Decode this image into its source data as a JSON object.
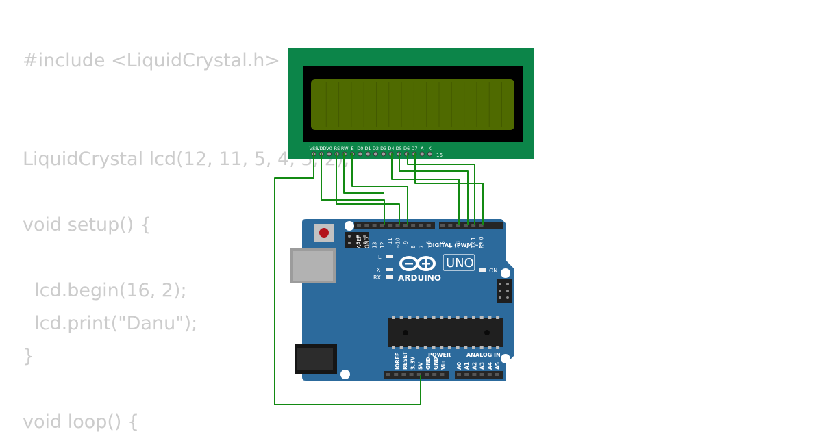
{
  "code": {
    "lines": [
      "#include <LiquidCrystal.h>",
      "",
      "",
      "LiquidCrystal lcd(12, 11, 5, 4, 3, 2);",
      "",
      "void setup() {",
      "",
      "  lcd.begin(16, 2);",
      "  lcd.print(\"Danu\");",
      "}",
      "",
      "void loop() {"
    ]
  },
  "lcd": {
    "pin_labels": [
      "VSS",
      "VDD",
      "V0",
      "RS",
      "RW",
      "E",
      "D0",
      "D1",
      "D2",
      "D3",
      "D4",
      "D5",
      "D6",
      "D7",
      "A",
      "K"
    ],
    "pin_count_label": "16",
    "colors": {
      "board": "#0c8549",
      "bezel": "#000000",
      "screen": "#4f6a00"
    }
  },
  "arduino": {
    "brand": "ARDUINO",
    "model": "UNO",
    "digital_header_title": "DIGITAL (PWM ~)",
    "digital_pins": [
      "AREF",
      "GND",
      "13",
      "12",
      "~11",
      "~10",
      "~9",
      "8",
      "7",
      "~6",
      "~5",
      "4",
      "~3",
      "2",
      "TX 1",
      "RX 0"
    ],
    "led_labels": {
      "l": "L",
      "tx": "TX",
      "rx": "RX",
      "on": "ON"
    },
    "power_title": "POWER",
    "power_pins": [
      "IOREF",
      "RESET",
      "3.3V",
      "5V",
      "GND",
      "GND",
      "Vin"
    ],
    "analog_title": "ANALOG IN",
    "analog_pins": [
      "A0",
      "A1",
      "A2",
      "A3",
      "A4",
      "A5"
    ],
    "colors": {
      "board": "#2c6a9c",
      "wire": "#138a13"
    }
  }
}
